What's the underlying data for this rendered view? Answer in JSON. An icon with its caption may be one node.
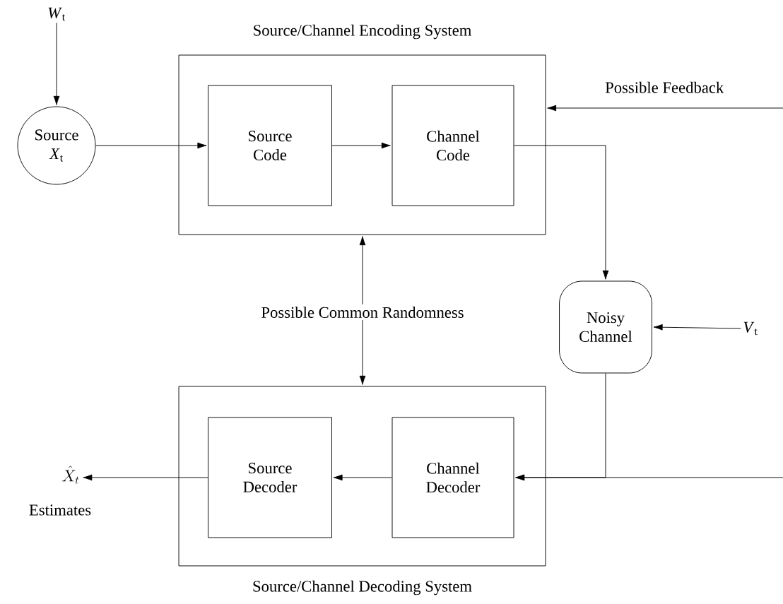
{
  "diagram": {
    "nodes": [
      {
        "text": [
          "Source/Channel Encoding System"
        ]
      },
      {
        "text": [
          "Source Code"
        ],
        "in": 0
      },
      {
        "text": [
          "Channel Code"
        ],
        "in": 0
      },
      {
        "text": [
          "Source",
          "*X*$_{t}$"
        ]
      },
      {
        "text": [
          "*W*$_{t}$"
        ]
      },
      {
        "text": [
          "Noisy Channel"
        ]
      },
      {
        "text": [
          "*V*$_{t}$"
        ]
      },
      {
        "text": [
          "Source/Channel Decoding System"
        ]
      },
      {
        "text": [
          "Source Decoder"
        ],
        "in": 7
      },
      {
        "text": [
          "Channel Decoder"
        ],
        "in": 7
      },
      {
        "text": [
          "\\hat{X}_t"
        ],
        "beside": [
          "Estimates"
        ]
      },
      {
        "text": [
          "Possible Common Randomness"
        ]
      }
    ],
    "edges": [
      {
        "from": 4,
        "to": 3,
        "arrow": "to"
      },
      {
        "from": 3,
        "to": 1,
        "arrow": "to"
      },
      {
        "from": 1,
        "to": 2,
        "arrow": "to"
      },
      {
        "from": 2,
        "to": 5,
        "arrow": "to"
      },
      {
        "from": 6,
        "to": 5,
        "arrow": "to"
      },
      {
        "from": 5,
        "to": 9,
        "arrow": "to"
      },
      {
        "from": null,
        "to": 9,
        "arrow": "to"
      },
      {
        "from": null,
        "to": 0,
        "arrow": "to",
        "label": "Possible Feedback"
      },
      {
        "from": 11,
        "to": 0,
        "arrow": "to"
      },
      {
        "from": 11,
        "to": 7,
        "arrow": "to"
      },
      {
        "from": 9,
        "to": 8,
        "arrow": "to"
      },
      {
        "from": 8,
        "to": 10,
        "arrow": "to"
      }
    ]
  }
}
